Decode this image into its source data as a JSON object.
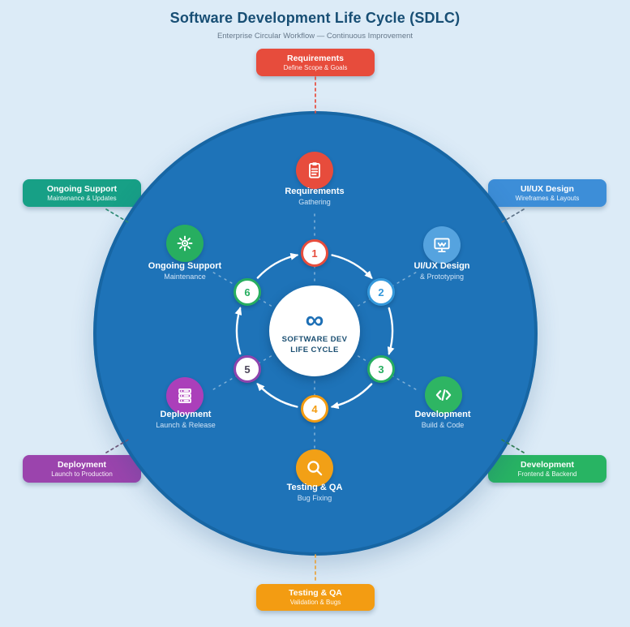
{
  "header": {
    "title": "Software Development Life Cycle (SDLC)",
    "subtitle": "Enterprise Circular Workflow — Continuous Improvement"
  },
  "center": {
    "symbol": "∞",
    "title_line1": "SOFTWARE DEV",
    "title_line2": "LIFE CYCLE"
  },
  "stages": [
    {
      "num": "1",
      "name": "Requirements",
      "detail": "Gathering",
      "color": "#e74c3c",
      "icon": "clipboard-icon",
      "callout": {
        "title": "Requirements",
        "subtitle": "Define Scope & Goals"
      }
    },
    {
      "num": "2",
      "name": "UI/UX Design",
      "detail": "& Prototyping",
      "color": "#3d8ed8",
      "icon": "monitor-icon",
      "callout": {
        "title": "UI/UX Design",
        "subtitle": "Wireframes & Layouts"
      }
    },
    {
      "num": "3",
      "name": "Development",
      "detail": "Build & Code",
      "color": "#28b463",
      "icon": "code-icon",
      "callout": {
        "title": "Development",
        "subtitle": "Frontend & Backend"
      }
    },
    {
      "num": "4",
      "name": "Testing & QA",
      "detail": "Bug Fixing",
      "color": "#f39c12",
      "icon": "magnifier-icon",
      "callout": {
        "title": "Testing & QA",
        "subtitle": "Validation & Bugs"
      }
    },
    {
      "num": "5",
      "name": "Deployment",
      "detail": "Launch & Release",
      "color": "#9b44ad",
      "icon": "server-stack-icon",
      "callout": {
        "title": "Deployment",
        "subtitle": "Launch to Production"
      }
    },
    {
      "num": "6",
      "name": "Ongoing Support",
      "detail": "Maintenance",
      "color": "#17a086",
      "icon": "gear-icon",
      "callout": {
        "title": "Ongoing Support",
        "subtitle": "Maintenance & Updates"
      }
    }
  ],
  "palette": {
    "background": "#dcebf7",
    "cycle_circle": "#1e73b8",
    "title_text": "#174e74",
    "subtitle_text": "#66788a",
    "red": "#e74c3c",
    "blue": "#3d8ed8",
    "green": "#28b463",
    "orange": "#f39c12",
    "purple": "#9b44ad",
    "teal": "#17a086"
  }
}
